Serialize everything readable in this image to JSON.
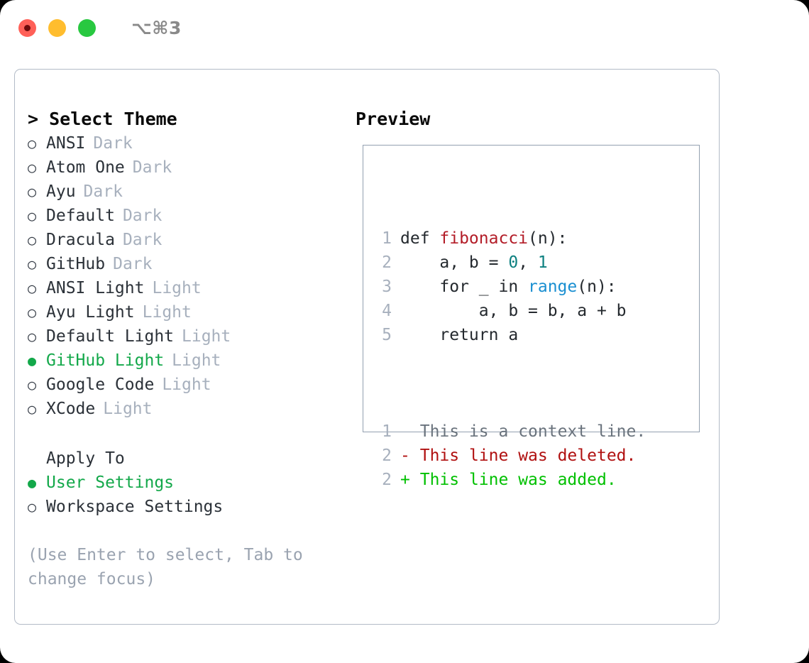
{
  "titlebar": {
    "lights": [
      {
        "name": "close",
        "color": "#ff6058"
      },
      {
        "name": "minimize",
        "color": "#ffbd2e"
      },
      {
        "name": "maximize",
        "color": "#28c840"
      }
    ],
    "shortcut": "⌥⌘3"
  },
  "theme_panel": {
    "header": "> Select Theme",
    "items": [
      {
        "marker": "○",
        "name": "ANSI",
        "category": "Dark",
        "selected": false
      },
      {
        "marker": "○",
        "name": "Atom One",
        "category": "Dark",
        "selected": false
      },
      {
        "marker": "○",
        "name": "Ayu",
        "category": "Dark",
        "selected": false
      },
      {
        "marker": "○",
        "name": "Default",
        "category": "Dark",
        "selected": false
      },
      {
        "marker": "○",
        "name": "Dracula",
        "category": "Dark",
        "selected": false
      },
      {
        "marker": "○",
        "name": "GitHub",
        "category": "Dark",
        "selected": false
      },
      {
        "marker": "○",
        "name": "ANSI Light",
        "category": "Light",
        "selected": false
      },
      {
        "marker": "○",
        "name": "Ayu Light",
        "category": "Light",
        "selected": false
      },
      {
        "marker": "○",
        "name": "Default Light",
        "category": "Light",
        "selected": false
      },
      {
        "marker": "●",
        "name": "GitHub Light",
        "category": "Light",
        "selected": true
      },
      {
        "marker": "○",
        "name": "Google Code",
        "category": "Light",
        "selected": false
      },
      {
        "marker": "○",
        "name": "XCode",
        "category": "Light",
        "selected": false
      }
    ]
  },
  "apply_to": {
    "header": "Apply To",
    "options": [
      {
        "marker": "●",
        "label": "User Settings",
        "selected": true
      },
      {
        "marker": "○",
        "label": "Workspace Settings",
        "selected": false
      }
    ]
  },
  "hint": "(Use Enter to select, Tab to change focus)",
  "preview": {
    "header": "Preview",
    "code_lines": [
      {
        "num": "1",
        "parts": [
          {
            "text": "def ",
            "token": "plain"
          },
          {
            "text": "fibonacci",
            "token": "fn"
          },
          {
            "text": "(n):",
            "token": "plain"
          }
        ]
      },
      {
        "num": "2",
        "parts": [
          {
            "text": "    a, b = ",
            "token": "plain"
          },
          {
            "text": "0",
            "token": "num"
          },
          {
            "text": ", ",
            "token": "plain"
          },
          {
            "text": "1",
            "token": "num"
          }
        ]
      },
      {
        "num": "3",
        "parts": [
          {
            "text": "    for _ in ",
            "token": "plain"
          },
          {
            "text": "range",
            "token": "call"
          },
          {
            "text": "(n):",
            "token": "plain"
          }
        ]
      },
      {
        "num": "4",
        "parts": [
          {
            "text": "        a, b = b, a + b",
            "token": "plain"
          }
        ]
      },
      {
        "num": "5",
        "parts": [
          {
            "text": "    return a",
            "token": "plain"
          }
        ]
      }
    ],
    "diff_lines": [
      {
        "num": "1",
        "sign": " ",
        "text": "This is a context line.",
        "kind": "ctx"
      },
      {
        "num": "2",
        "sign": "-",
        "text": "This line was deleted.",
        "kind": "del"
      },
      {
        "num": "2",
        "sign": "+",
        "text": "This line was added.",
        "kind": "add"
      }
    ]
  },
  "colors": {
    "accent_green": "#13a84a",
    "muted": "#a7b0bd",
    "hint": "#9aa3b0",
    "fn_red": "#b31d28",
    "num_teal": "#0d8080",
    "call_blue": "#1a8fd1",
    "diff_delete": "#b01010",
    "diff_add": "#00c000",
    "panel_border": "#b3bbc7",
    "preview_border": "#93a0b0"
  }
}
